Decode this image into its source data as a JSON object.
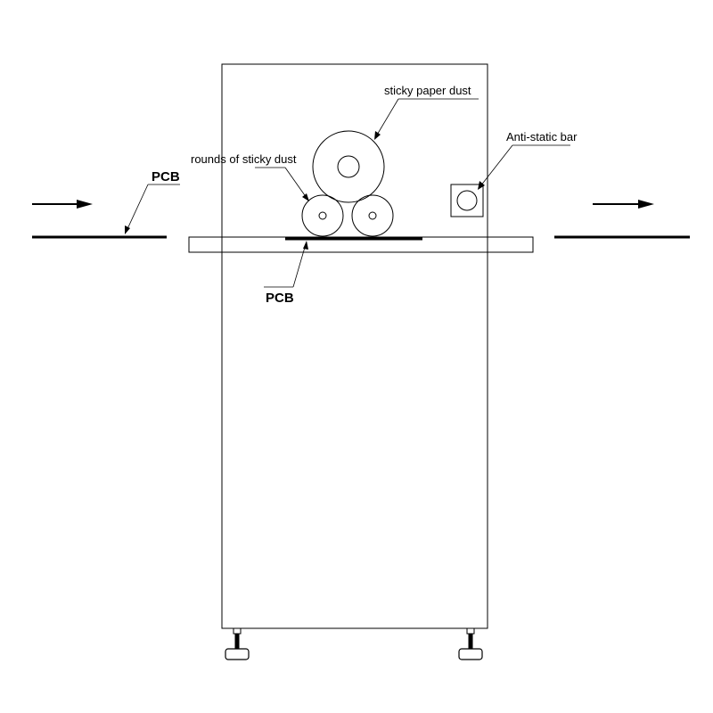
{
  "labels": {
    "sticky_paper_dust": "sticky paper dust",
    "rounds_of_sticky_dust": "rounds of sticky dust",
    "anti_static_bar": "Anti-static bar",
    "pcb_input": "PCB",
    "pcb_under": "PCB"
  },
  "colors": {
    "line": "#000000",
    "background": "#ffffff"
  }
}
